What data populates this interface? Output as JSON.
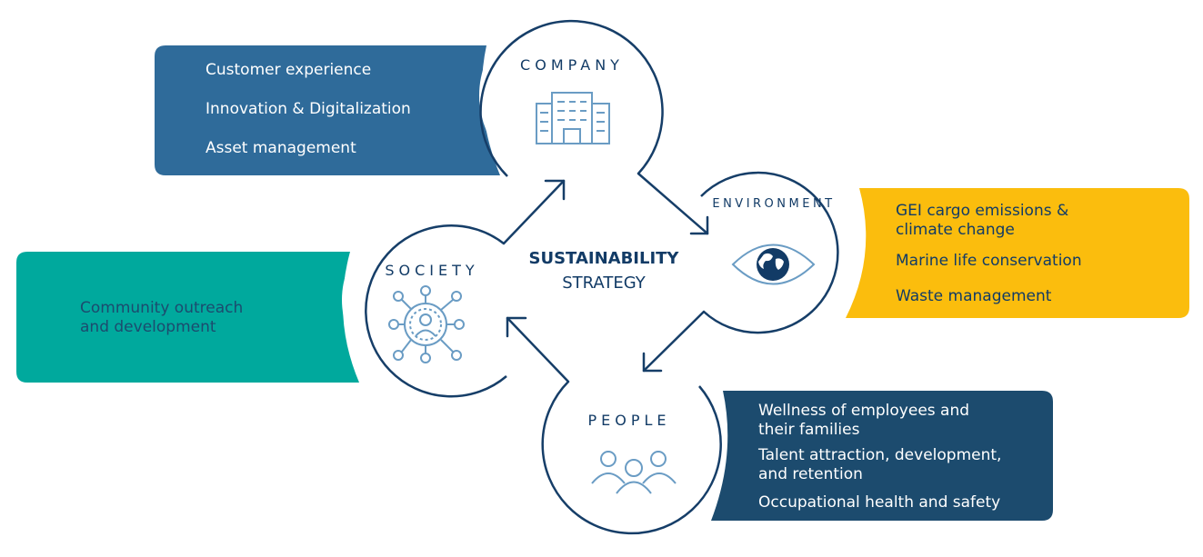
{
  "center": {
    "title": "SUSTAINABILITY",
    "subtitle": "STRATEGY"
  },
  "pillars": {
    "company": {
      "label": "COMPANY",
      "icon": "office-building-icon"
    },
    "environment": {
      "label": "ENVIRONMENT",
      "icon": "eye-globe-icon"
    },
    "people": {
      "label": "PEOPLE",
      "icon": "people-group-icon"
    },
    "society": {
      "label": "SOCIETY",
      "icon": "network-person-icon"
    }
  },
  "panels": {
    "company": [
      "Customer experience",
      "Innovation & Digitalization",
      "Asset management"
    ],
    "environment": [
      "GEI cargo emissions & climate change",
      "Marine life conservation",
      "Waste management"
    ],
    "people": [
      "Wellness of employees and their families",
      "Talent attraction, development, and retention",
      "Occupational health and safety"
    ],
    "society": [
      "Community outreach and development"
    ]
  },
  "colors": {
    "company": "#2f6b9a",
    "environment": "#fbbd0d",
    "people": "#1c4b6e",
    "society": "#00a99d",
    "outline": "#163e68",
    "icon": "#6a9cc4",
    "environment_text": "#123b66"
  }
}
